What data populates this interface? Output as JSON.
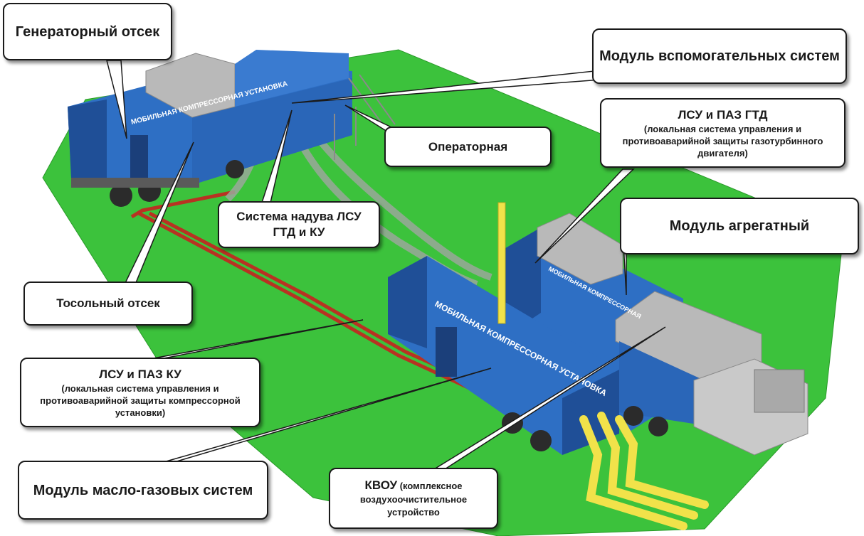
{
  "labels": {
    "generator": "Генераторный отсек",
    "aux_modules": "Модуль вспомогательных систем",
    "operator": "Операторная",
    "gtd_title": "ЛСУ и ПАЗ  ГТД",
    "gtd_desc": "(локальная система управления и противоаварийной защиты газотурбинного двигателя)",
    "inflation": "Система надува ЛСУ ГТД и КУ",
    "aggregate": "Модуль агрегатный",
    "antifreeze": "Тосольный отсек",
    "ku_title": "ЛСУ и ПАЗ КУ",
    "ku_desc": "(локальная система управления и противоаварийной защиты компрессорной установки)",
    "oil_gas": "Модуль масло-газовых систем",
    "kvou_title": "КВОУ",
    "kvou_desc": "(комплексное воздухоочистительное устройство"
  },
  "equipment_text": {
    "trailer_top_text": "МОБИЛЬНАЯ  КОМПРЕССОРНАЯ  УСТАНОВКА",
    "trailer_front_text": "МОБИЛЬНАЯ  КОМПРЕССОРНАЯ  УСТАНОВКА",
    "trailer_back_text": "МОБИЛЬНАЯ  КОМПРЕССОРНАЯ"
  },
  "colors": {
    "ground": "#3cc23c",
    "module_blue": "#2e6fc4",
    "module_blue_dark": "#1f4f97",
    "roof_grey": "#b9b9b9",
    "pipe_red": "#b83222",
    "pipe_yellow": "#f1e24a"
  }
}
